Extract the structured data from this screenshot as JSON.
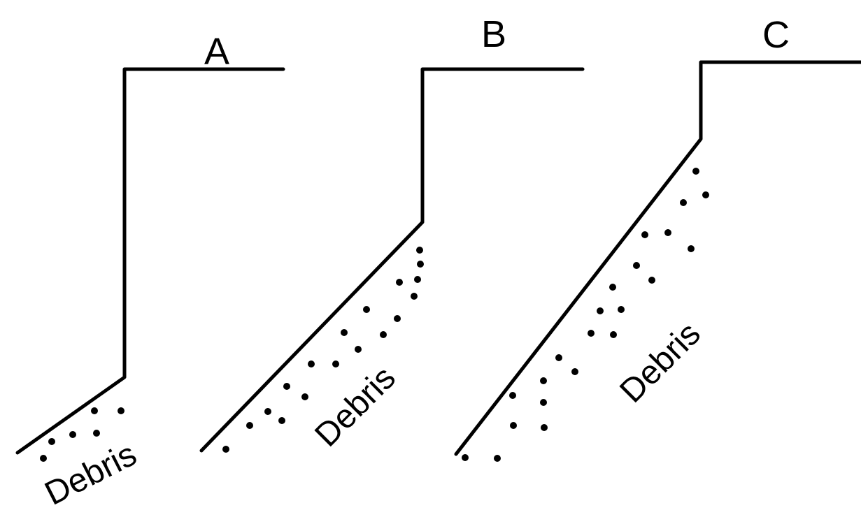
{
  "panels": [
    {
      "id": "A",
      "letter": "A",
      "debris_label": "Debris"
    },
    {
      "id": "B",
      "letter": "B",
      "debris_label": "Debris"
    },
    {
      "id": "C",
      "letter": "C",
      "debris_label": "Debris"
    }
  ]
}
